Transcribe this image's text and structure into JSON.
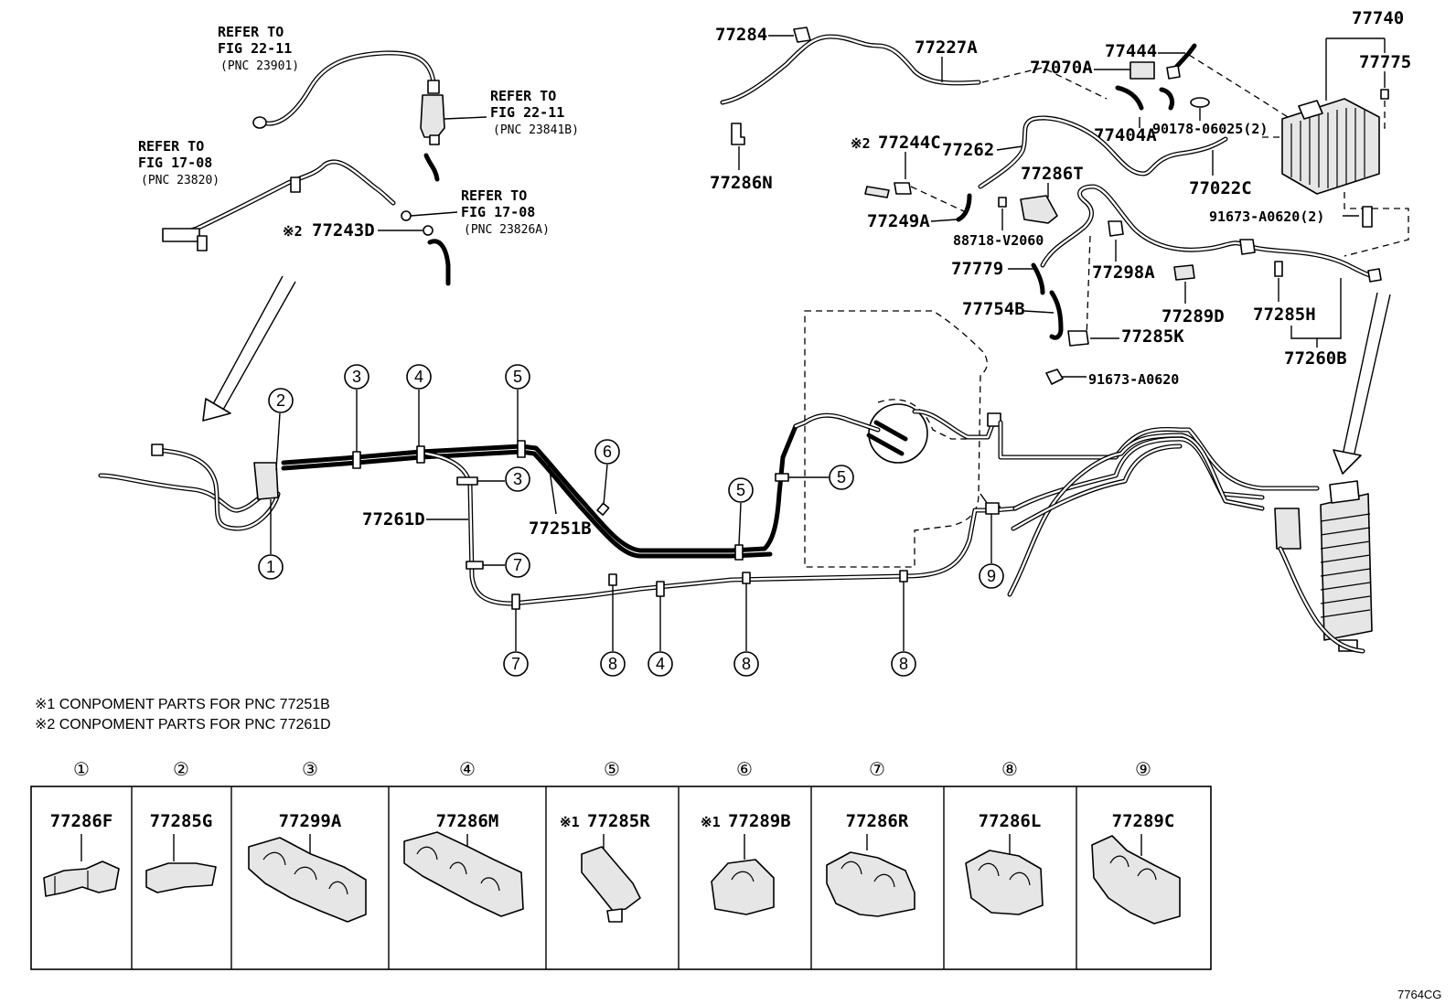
{
  "references": [
    {
      "title": "REFER TO",
      "fig": "FIG 22-11",
      "pnc": "(PNC 23901)"
    },
    {
      "title": "REFER TO",
      "fig": "FIG 22-11",
      "pnc": "(PNC 23841B)"
    },
    {
      "title": "REFER TO",
      "fig": "FIG 17-08",
      "pnc": "(PNC 23820)"
    },
    {
      "title": "REFER TO",
      "fig": "FIG 17-08",
      "pnc": "(PNC 23826A)"
    }
  ],
  "part_labels": {
    "p77284": "77284",
    "p77227A": "77227A",
    "p77286N": "77286N",
    "p77740": "77740",
    "p77444": "77444",
    "p77775": "77775",
    "p77070A": "77070A",
    "p77404A": "77404A",
    "p90178": "90178-06025(2)",
    "p77244C": "77244C",
    "p77262": "77262",
    "p77286T": "77286T",
    "p77022C": "77022C",
    "p77249A": "77249A",
    "p88718": "88718-V2060",
    "p91673a": "91673-A0620(2)",
    "p77779": "77779",
    "p77298A": "77298A",
    "p77289D": "77289D",
    "p77285H": "77285H",
    "p77754B": "77754B",
    "p77285K": "77285K",
    "p77260B": "77260B",
    "p91673b": "91673-A0620",
    "p77243D": "77243D",
    "p77261D": "77261D",
    "p77251B": "77251B"
  },
  "marks": {
    "x1": "※1",
    "x2": "※2"
  },
  "callouts": {
    "c1": "1",
    "c2": "2",
    "c3": "3",
    "c4": "4",
    "c5": "5",
    "c6": "6",
    "c7": "7",
    "c8": "8",
    "c9": "9"
  },
  "notes": [
    "※1 CONPOMENT PARTS FOR PNC 77251B",
    "※2 CONPOMENT PARTS FOR PNC 77261D"
  ],
  "clamp_table": [
    {
      "num": "①",
      "part": "77286F",
      "mark": ""
    },
    {
      "num": "②",
      "part": "77285G",
      "mark": ""
    },
    {
      "num": "③",
      "part": "77299A",
      "mark": ""
    },
    {
      "num": "④",
      "part": "77286M",
      "mark": ""
    },
    {
      "num": "⑤",
      "part": "77285R",
      "mark": "※1"
    },
    {
      "num": "⑥",
      "part": "77289B",
      "mark": "※1"
    },
    {
      "num": "⑦",
      "part": "77286R",
      "mark": ""
    },
    {
      "num": "⑧",
      "part": "77286L",
      "mark": ""
    },
    {
      "num": "⑨",
      "part": "77289C",
      "mark": ""
    }
  ],
  "figure_code": "7764CG"
}
